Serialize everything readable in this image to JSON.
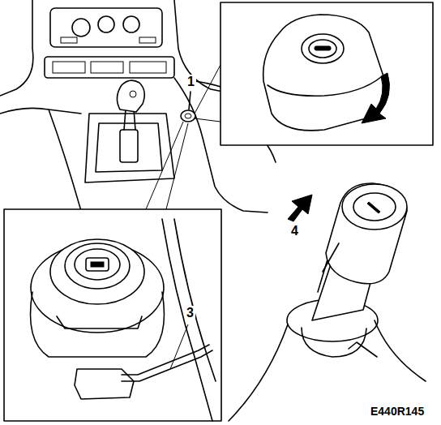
{
  "diagram": {
    "labels": [
      "1",
      "3",
      "4",
      "E440R145"
    ]
  }
}
